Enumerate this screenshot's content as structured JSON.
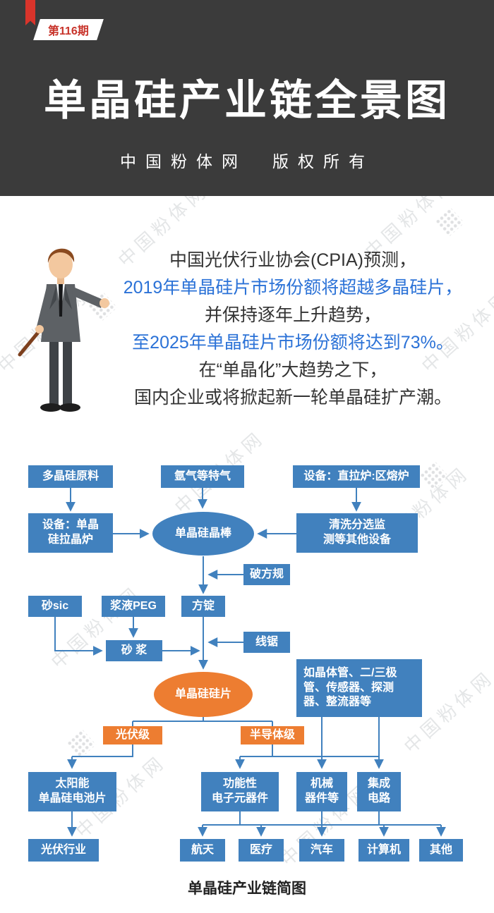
{
  "header": {
    "issue_badge": "第116期",
    "title": "单晶硅产业链全景图",
    "subtitle": "中国粉体网　版权所有"
  },
  "watermark": {
    "text": "中国粉体网"
  },
  "intro": {
    "lines": [
      {
        "text": "中国光伏行业协会(CPIA)预测，"
      },
      {
        "text": "2019年单晶硅片市场份额将超越多晶硅片，"
      },
      {
        "text": "并保持逐年上升趋势，"
      },
      {
        "text": "至2025年单晶硅片市场份额将达到73%。"
      },
      {
        "text": "在“单晶化”大趋势之下，"
      },
      {
        "text": "国内企业或将掀起新一轮单晶硅扩产潮。"
      }
    ]
  },
  "colors": {
    "header_bg": "#3b3b3b",
    "badge_red": "#d9342b",
    "flow_blue": "#4181be",
    "flow_orange": "#ed7d31",
    "intro_blue": "#2b72d7",
    "intro_dark": "#333333"
  },
  "flow": {
    "caption": "单晶硅产业链简图",
    "nodes": {
      "poly_raw": "多晶硅原料",
      "argon": "氩气等特气",
      "furnace_equipment": "设备：直拉炉:区熔炉",
      "pulling_equipment": "设备：单晶\n硅拉晶炉",
      "ingot": "单晶硅晶棒",
      "cleaning_equipment": "清洗分选监\n测等其他设备",
      "squaring": "破方规",
      "sand_sic": "砂sic",
      "slurry_peg": "浆液PEG",
      "square_ingot": "方锭",
      "wire_saw": "线锯",
      "mortar": "砂 浆",
      "wafer": "单晶硅硅片",
      "devices_note": "如晶体管、二/三极\n管、传感器、探测\n器、整流器等",
      "pv_grade": "光伏级",
      "semi_grade": "半导体级",
      "solar_cell": "太阳能\n单晶硅电池片",
      "functional_components": "功能性\n电子元器件",
      "mechanical_parts": "机械\n器件等",
      "ic": "集成\n电路",
      "pv_industry": "光伏行业",
      "aerospace": "航天",
      "medical": "医疗",
      "automotive": "汽车",
      "computer": "计算机",
      "others": "其他"
    }
  }
}
